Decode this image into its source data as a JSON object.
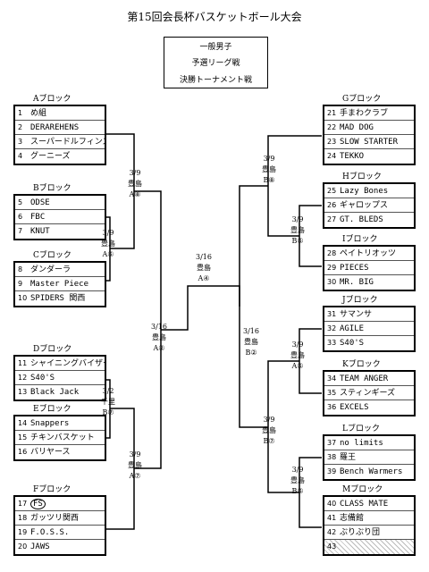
{
  "title": "第15回会長杯バスケットボール大会",
  "category": {
    "line1": "一般男子",
    "line2": "予選リーグ戦",
    "line3": "決勝トーナメント戦"
  },
  "blocks": [
    {
      "label": "Aブロック",
      "teams": [
        {
          "num": "1",
          "name": "め組"
        },
        {
          "num": "2",
          "name": "DERAREHENS"
        },
        {
          "num": "3",
          "name": "スーパードルフィンズ"
        },
        {
          "num": "4",
          "name": "グーニーズ"
        }
      ]
    },
    {
      "label": "Bブロック",
      "teams": [
        {
          "num": "5",
          "name": "ODSE"
        },
        {
          "num": "6",
          "name": "FBC"
        },
        {
          "num": "7",
          "name": "KNUT"
        }
      ]
    },
    {
      "label": "Cブロック",
      "teams": [
        {
          "num": "8",
          "name": "ダンダーラ"
        },
        {
          "num": "9",
          "name": "Master Piece"
        },
        {
          "num": "10",
          "name": "SPIDERS 関西"
        }
      ]
    },
    {
      "label": "Dブロック",
      "teams": [
        {
          "num": "11",
          "name": "シャイニングバイザーズ"
        },
        {
          "num": "12",
          "name": "S40'S"
        },
        {
          "num": "13",
          "name": "Black Jack"
        }
      ]
    },
    {
      "label": "Eブロック",
      "teams": [
        {
          "num": "14",
          "name": "Snappers"
        },
        {
          "num": "15",
          "name": "チキンバスケット"
        },
        {
          "num": "16",
          "name": "バリヤース"
        }
      ]
    },
    {
      "label": "Fブロック",
      "teams": [
        {
          "num": "17",
          "name": "FS"
        },
        {
          "num": "18",
          "name": "ガッツリ関西"
        },
        {
          "num": "19",
          "name": "F.O.S.S."
        },
        {
          "num": "20",
          "name": "JAWS"
        }
      ]
    },
    {
      "label": "Gブロック",
      "teams": [
        {
          "num": "21",
          "name": "手まわクラブ"
        },
        {
          "num": "22",
          "name": "MAD DOG"
        },
        {
          "num": "23",
          "name": "SLOW STARTER"
        },
        {
          "num": "24",
          "name": "TEKKO"
        }
      ]
    },
    {
      "label": "Hブロック",
      "teams": [
        {
          "num": "25",
          "name": "Lazy Bones"
        },
        {
          "num": "26",
          "name": "ギャロップス"
        },
        {
          "num": "27",
          "name": "GT. BLEDS"
        }
      ]
    },
    {
      "label": "Iブロック",
      "teams": [
        {
          "num": "28",
          "name": "ペイトリオッツ"
        },
        {
          "num": "29",
          "name": "PIECES"
        },
        {
          "num": "30",
          "name": "MR. BIG"
        }
      ]
    },
    {
      "label": "Jブロック",
      "teams": [
        {
          "num": "31",
          "name": "サマンサ"
        },
        {
          "num": "32",
          "name": "AGILE"
        },
        {
          "num": "33",
          "name": "S40'S"
        }
      ]
    },
    {
      "label": "Kブロック",
      "teams": [
        {
          "num": "34",
          "name": "TEAM ANGER"
        },
        {
          "num": "35",
          "name": "スティンギーズ"
        },
        {
          "num": "36",
          "name": "EXCELS"
        }
      ]
    },
    {
      "label": "Lブロック",
      "teams": [
        {
          "num": "37",
          "name": "no limits"
        },
        {
          "num": "38",
          "name": "羅王"
        },
        {
          "num": "39",
          "name": "Bench Warmers"
        }
      ]
    },
    {
      "label": "Mブロック",
      "teams": [
        {
          "num": "40",
          "name": "CLASS MATE"
        },
        {
          "num": "41",
          "name": "志備館"
        },
        {
          "num": "42",
          "name": "ぶりぶり団"
        },
        {
          "num": "43",
          "name": ""
        }
      ]
    }
  ],
  "matches": {
    "bc": {
      "date": "3/9",
      "venue": "豊島",
      "code": "A⑥"
    },
    "abc": {
      "date": "3/9",
      "venue": "豊島",
      "code": "A⑧"
    },
    "de": {
      "date": "3/2",
      "venue": "千里",
      "code": "B⑦"
    },
    "def": {
      "date": "3/9",
      "venue": "豊島",
      "code": "A⑦"
    },
    "lsemi": {
      "date": "3/16",
      "venue": "豊島",
      "code": "A②"
    },
    "final": {
      "date": "3/16",
      "venue": "豊島",
      "code": "A④"
    },
    "hi": {
      "date": "3/9",
      "venue": "豊島",
      "code": "B⑥"
    },
    "ghi": {
      "date": "3/9",
      "venue": "豊島",
      "code": "B⑧"
    },
    "jk": {
      "date": "3/9",
      "venue": "豊島",
      "code": "A⑤"
    },
    "lm": {
      "date": "3/9",
      "venue": "豊島",
      "code": "B⑤"
    },
    "jklm": {
      "date": "3/9",
      "venue": "豊島",
      "code": "B⑦"
    },
    "rsemi": {
      "date": "3/16",
      "venue": "豊島",
      "code": "B②"
    }
  }
}
